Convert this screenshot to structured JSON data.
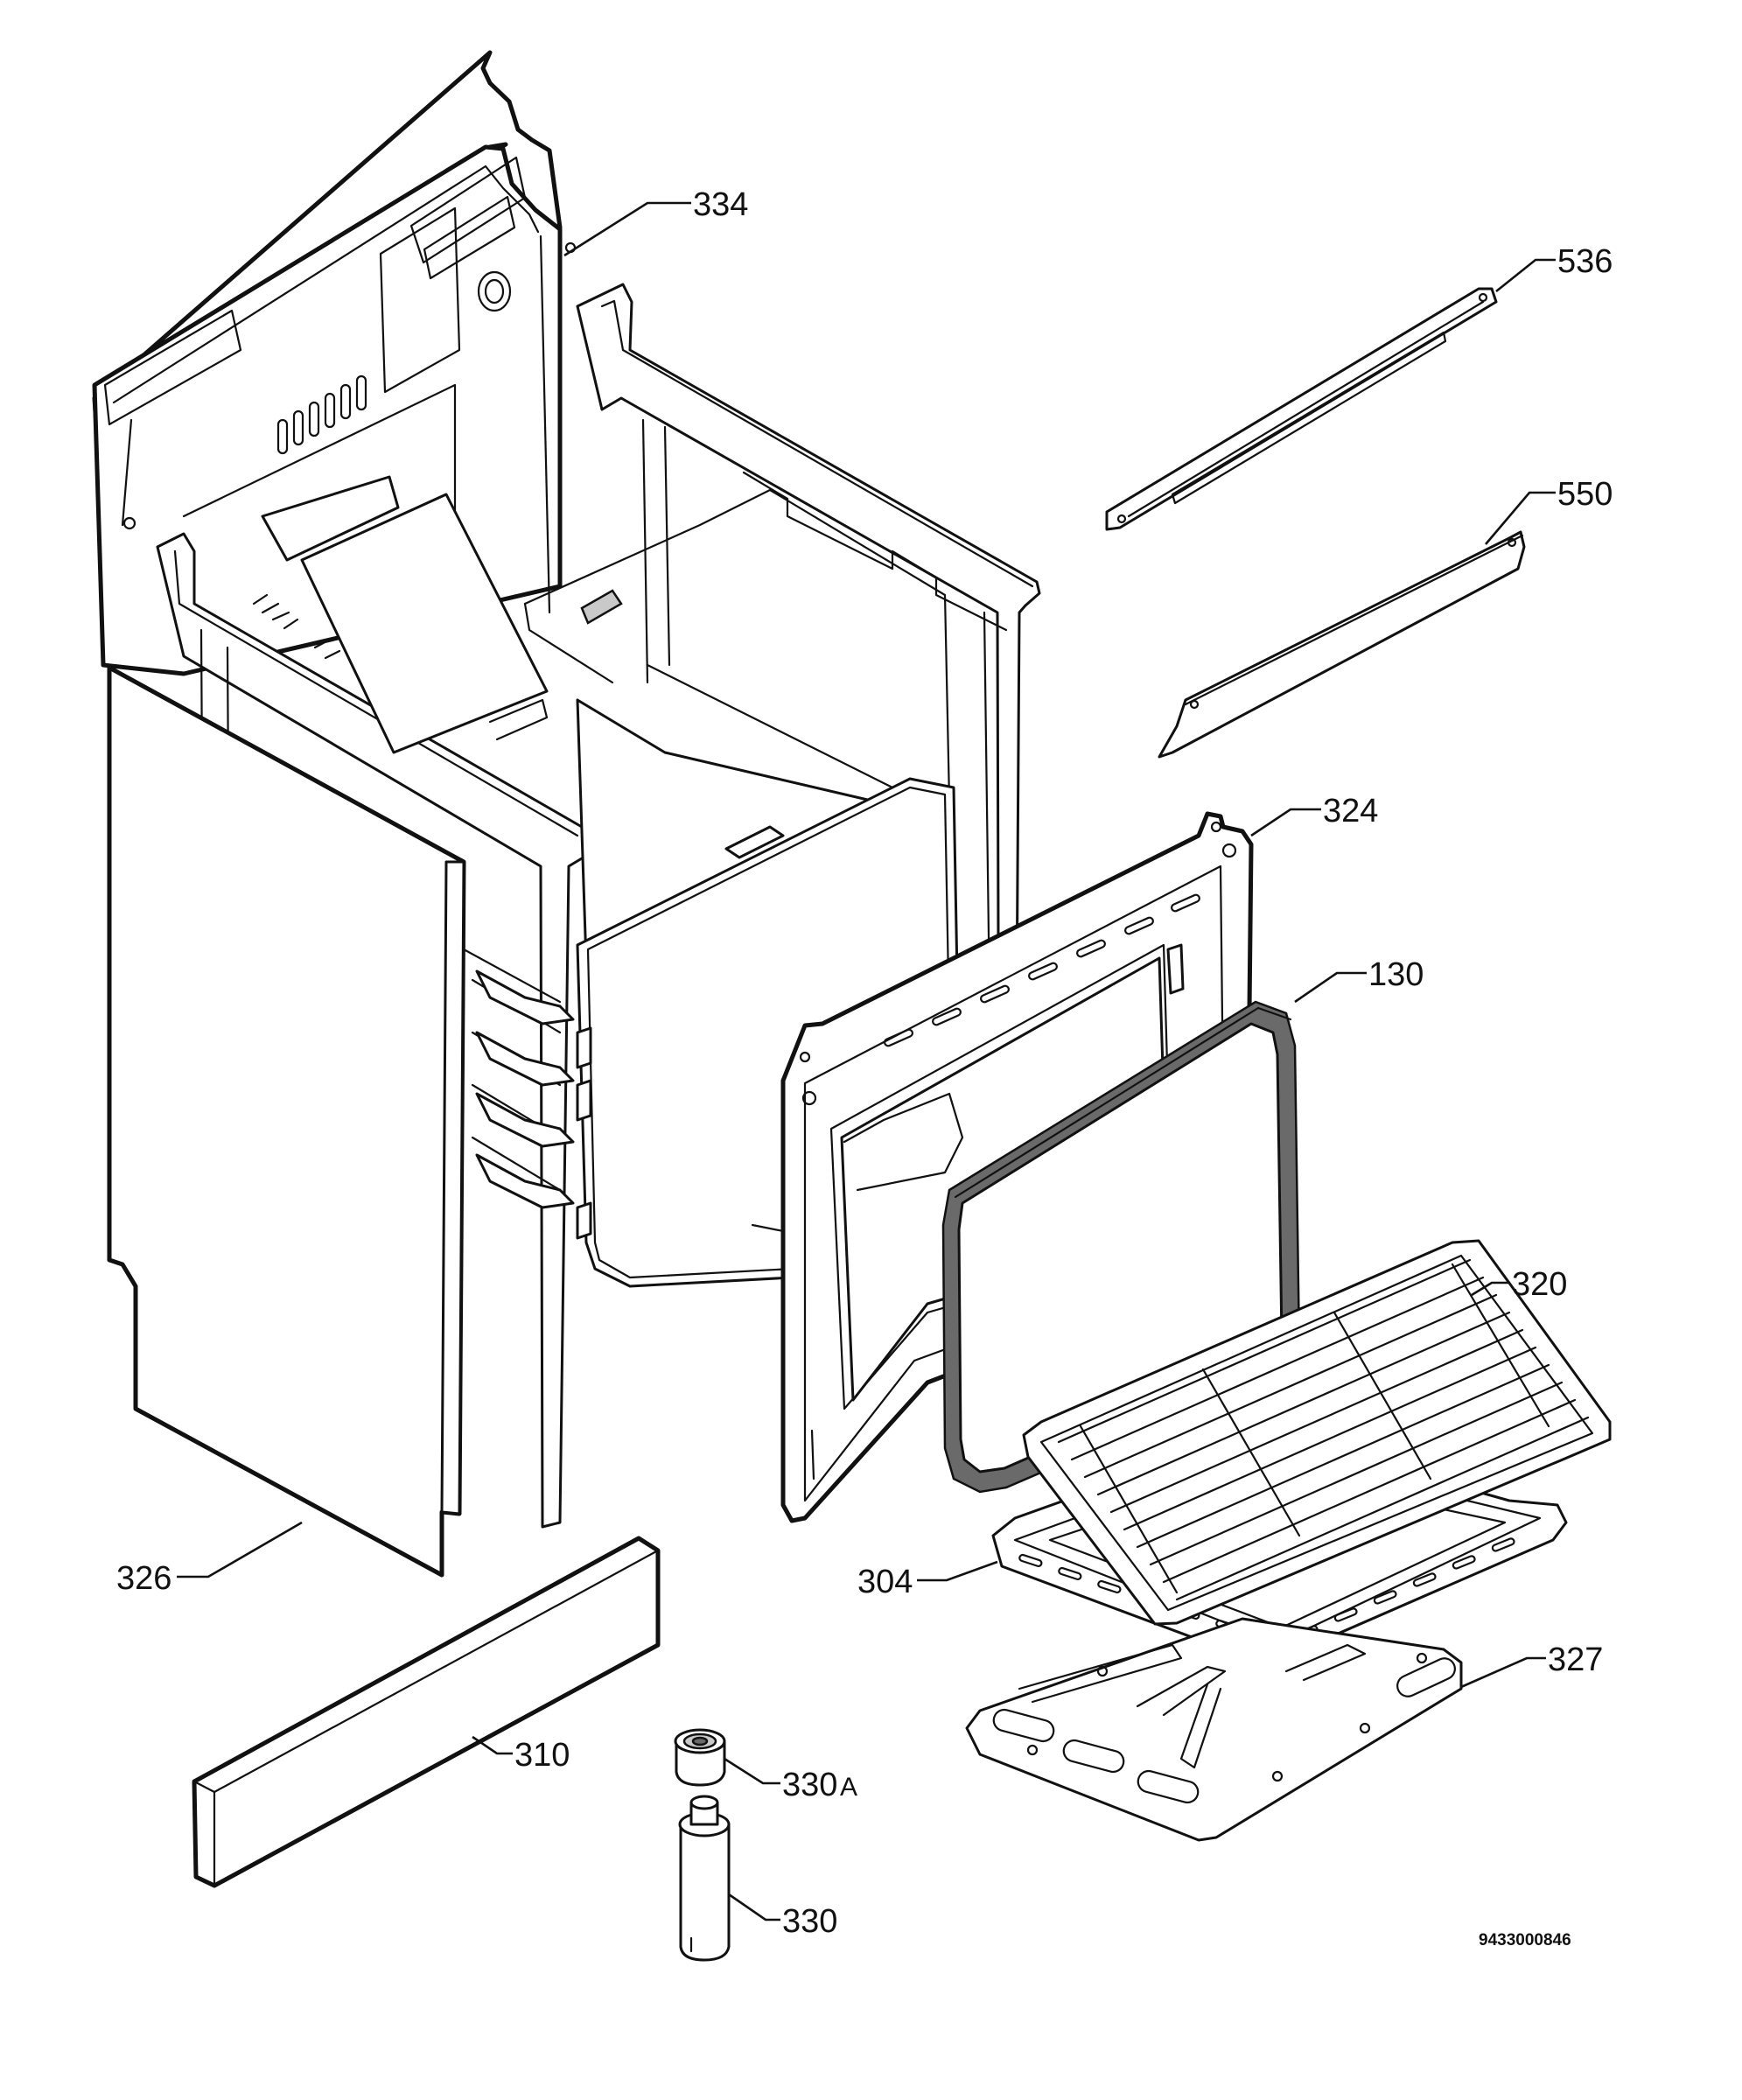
{
  "diagram": {
    "document_id": "9433000846",
    "callouts": {
      "p334": "334",
      "p536": "536",
      "p550": "550",
      "p324": "324",
      "p130": "130",
      "p320": "320",
      "p326": "326",
      "p304": "304",
      "p327": "327",
      "p310": "310",
      "p330a": "330",
      "p330a_suffix": "A",
      "p330": "330"
    }
  }
}
